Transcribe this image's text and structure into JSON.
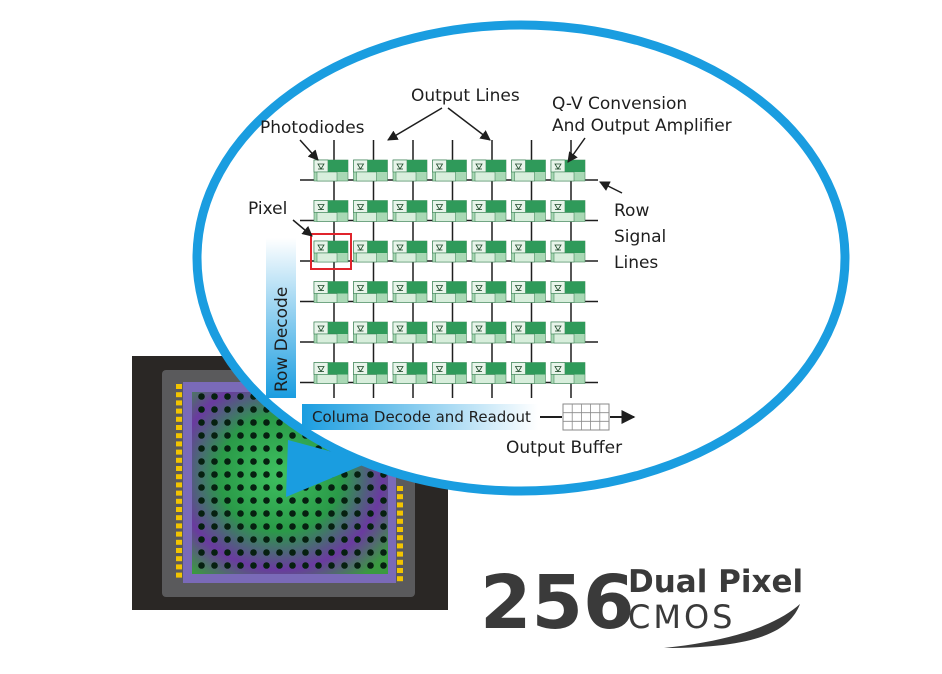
{
  "labels": {
    "output_lines": "Output Lines",
    "qv_line1": "Q-V Convension",
    "qv_line2": "And Output Amplifier",
    "photodiodes": "Photodiodes",
    "pixel": "Pixel",
    "row_signal_line1": "Row",
    "row_signal_line2": "Signal",
    "row_signal_line3": "Lines",
    "row_decode": "Row Decode",
    "column_decode": "Columa Decode and Readout",
    "output_buffer": "Output Buffer"
  },
  "logo": {
    "number": "256",
    "line1": "Dual Pixel",
    "line2": "CMOS"
  },
  "colors": {
    "bubble_stroke": "#1a9de0",
    "pixel_green": "#2f9a5a",
    "pixel_light": "#a8d8b4",
    "chip_dark": "#2a2725",
    "chip_purple": "#7a6ab8",
    "pin_yellow": "#f2c400",
    "highlight_red": "#e0242c",
    "logo_text": "#3a3a3a"
  },
  "grid": {
    "rows": 6,
    "columns": 7
  }
}
